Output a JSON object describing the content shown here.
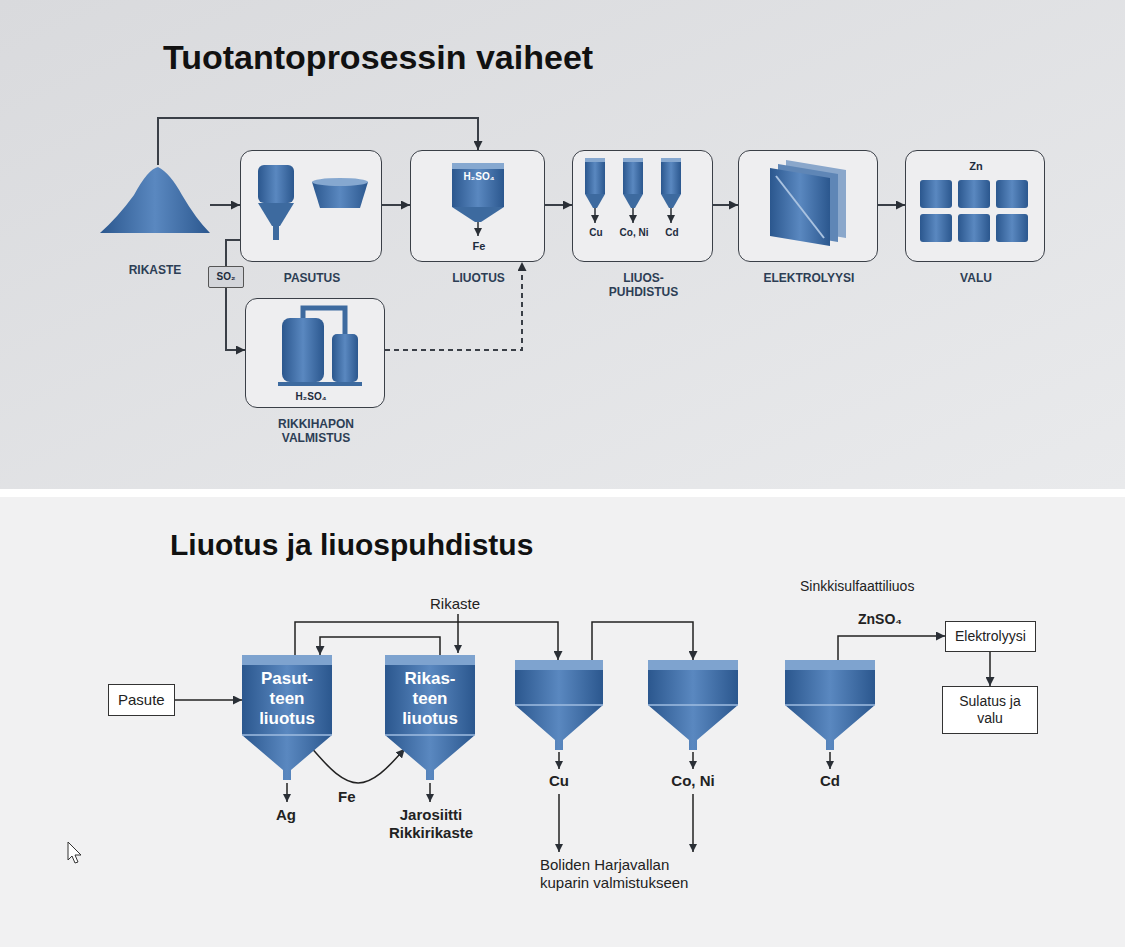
{
  "diagram": {
    "title": "Tuotantoprosessin vaiheet",
    "nodes": [
      {
        "text": [
          "RIKASTE"
        ]
      },
      {
        "text": [
          "PASUTUS"
        ]
      },
      {
        "text": [
          "H₂SO₄",
          "Fe",
          "LIUOTUS"
        ]
      },
      {
        "text": [
          "Cu",
          "Co, Ni",
          "Cd",
          "LIUOS- PUHDISTUS"
        ]
      },
      {
        "text": [
          "ELEKTROLYYSI"
        ]
      },
      {
        "text": [
          "Zn",
          "VALU"
        ]
      },
      {
        "text": [
          "SO₂"
        ]
      },
      {
        "text": [
          "H₂SO₄",
          "RIKKIHAPON VALMISTUS"
        ]
      },
      {
        "text": [
          "Pasute"
        ]
      },
      {
        "text": [
          "Pasut- teen liuotus"
        ]
      },
      {
        "text": [
          "Rikas- teen liuotus"
        ]
      },
      {
        "text": [
          "Cu"
        ]
      },
      {
        "text": [
          "Co, Ni"
        ]
      },
      {
        "text": [
          "Cd"
        ]
      },
      {
        "text": [
          "Elektrolyysi"
        ]
      },
      {
        "text": [
          "Sulatus ja valu"
        ]
      }
    ],
    "edges": [
      {
        "from": 0,
        "to": 1,
        "arrow": "to"
      },
      {
        "from": 0,
        "to": 2,
        "arrow": "to"
      },
      {
        "from": 1,
        "to": 2,
        "arrow": "to"
      },
      {
        "from": 2,
        "to": 3,
        "arrow": "to"
      },
      {
        "from": 3,
        "to": 4,
        "arrow": "to"
      },
      {
        "from": 4,
        "to": 5,
        "arrow": "to"
      },
      {
        "from": 1,
        "to": 6,
        "arrow": "none"
      },
      {
        "from": 6,
        "to": 7,
        "arrow": "to"
      },
      {
        "from": 7,
        "to": 2,
        "arrow": "to"
      },
      {
        "from": 8,
        "to": 9,
        "arrow": "to"
      },
      {
        "from": 9,
        "to": 11,
        "arrow": "to"
      },
      {
        "from": 10,
        "to": 9,
        "arrow": "to"
      },
      {
        "from": 9,
        "to": 10,
        "label": "Fe",
        "arrow": "to"
      },
      {
        "from": 11,
        "to": 12,
        "arrow": "to"
      },
      {
        "from": 13,
        "to": 14,
        "label": "ZnSO₄",
        "arrow": "to"
      },
      {
        "from": 14,
        "to": 15,
        "arrow": "to"
      }
    ],
    "labels": [
      "Liuotus ja liuospuhdistus",
      "Rikaste",
      "Ag",
      "Jarosiitti Rikkirikaste",
      "Boliden Harjavallan kuparin valmistukseen",
      "Sinkkisulfaattiliuos"
    ]
  }
}
